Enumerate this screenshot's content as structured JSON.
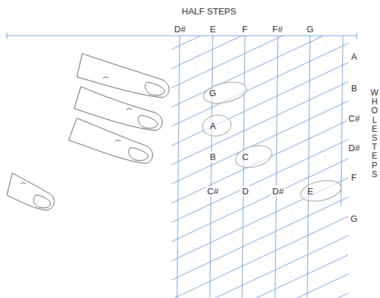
{
  "diagram": {
    "nodes": [
      {
        "text": [
          "G"
        ]
      },
      {
        "text": [
          "A"
        ]
      },
      {
        "text": [
          "C"
        ]
      },
      {
        "text": [
          "E"
        ]
      }
    ],
    "labels": [
      "HALF STEPS",
      "D#",
      "E",
      "F",
      "F#",
      "G",
      "A",
      "B",
      "C#",
      "D#",
      "F",
      "G",
      "WHOLE STEPS",
      "B",
      "C#",
      "D",
      "D#"
    ]
  }
}
